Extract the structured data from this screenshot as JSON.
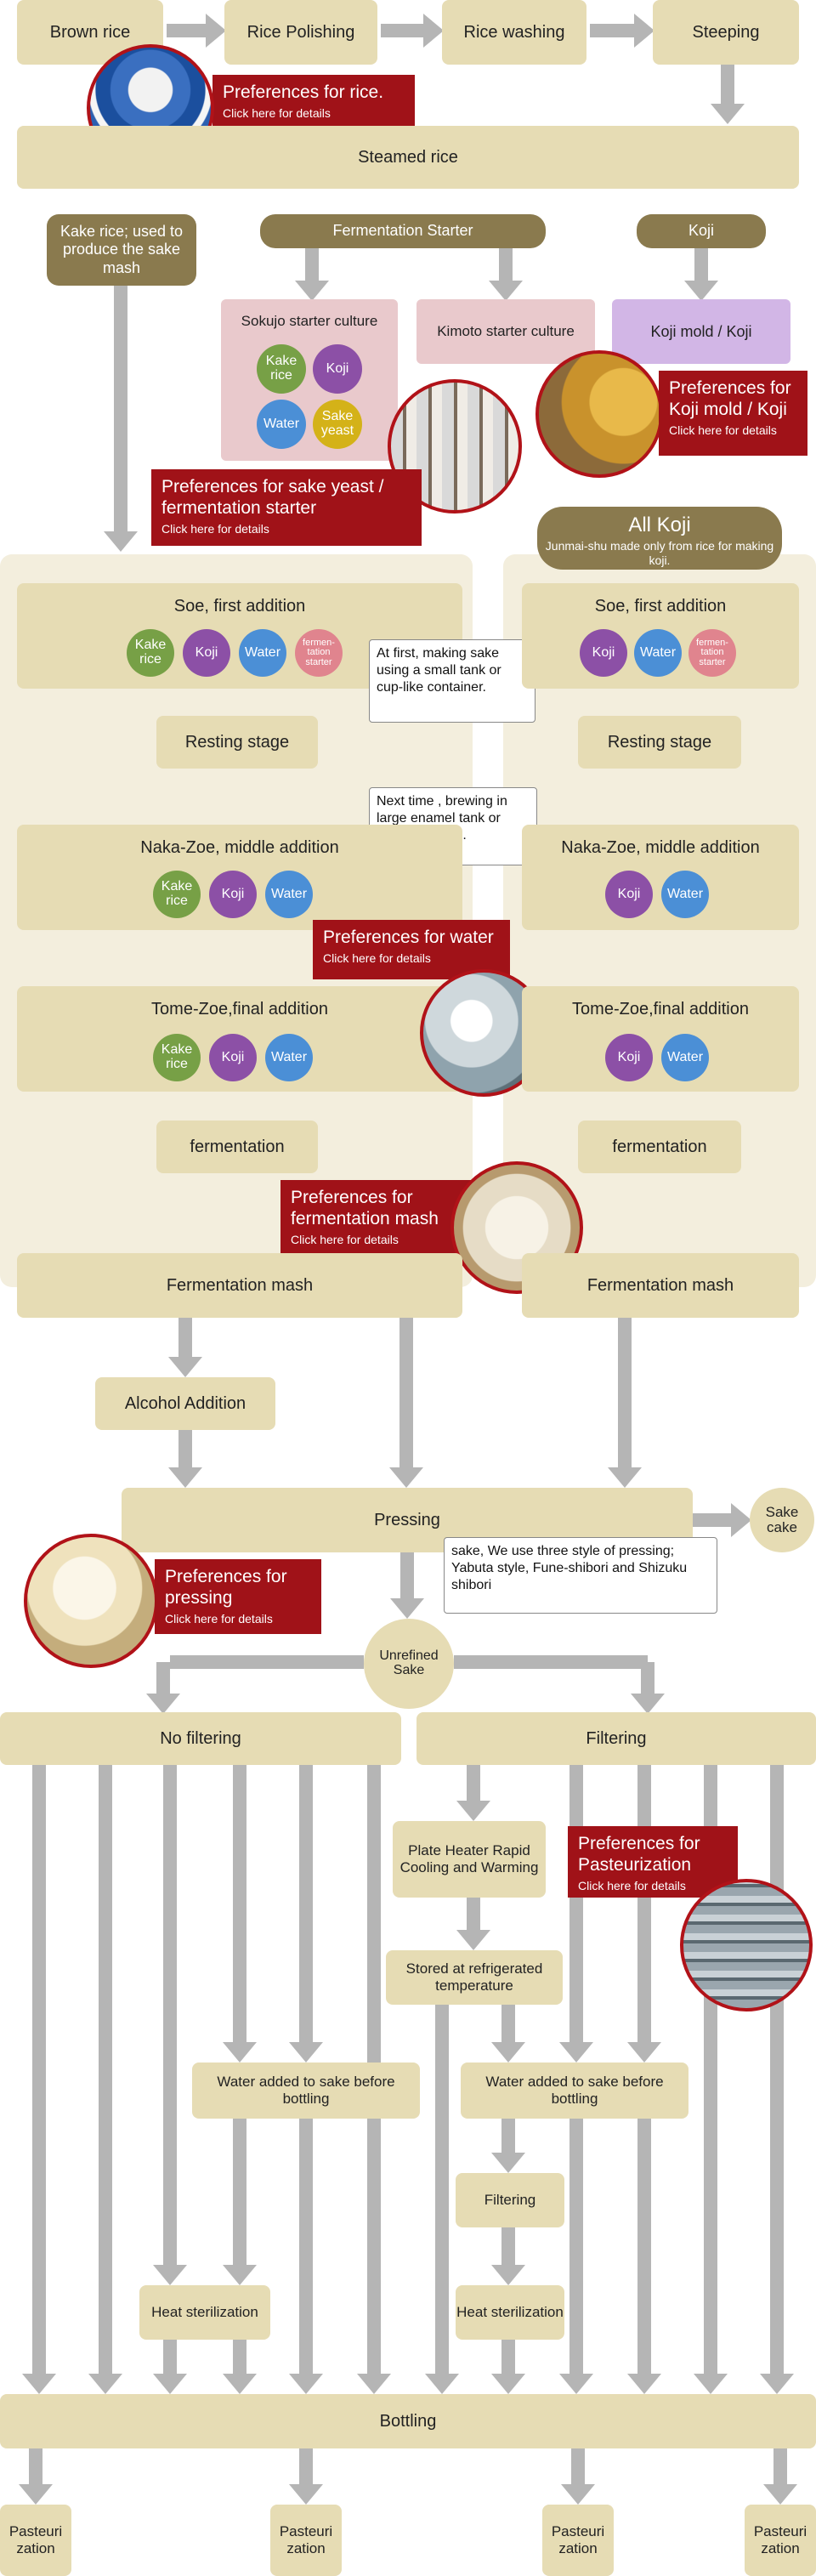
{
  "colors": {
    "box": "#e6dcb4",
    "dark_box": "#8a7a4e",
    "arrow": "#b5b5b5",
    "preference": "#a01218",
    "kake_rice": "#77a046",
    "koji": "#8c50a6",
    "water": "#4b8fd6",
    "fermentation_starter": "#e0848e",
    "sake_yeast": "#d4b218"
  },
  "steps": {
    "brown_rice": "Brown rice",
    "rice_polishing": "Rice Polishing",
    "rice_washing": "Rice washing",
    "steeping": "Steeping",
    "steamed_rice": "Steamed rice",
    "kake_rice_used": "Kake rice; used to produce the sake mash",
    "fermentation_starter": "Fermentation Starter",
    "koji": "Koji",
    "sokujo": "Sokujo starter culture",
    "kimoto": "Kimoto starter culture",
    "koji_mold": "Koji mold / Koji",
    "all_koji_title": "All Koji",
    "all_koji_sub": "Junmai-shu made only from rice for making koji.",
    "soe": "Soe, first addition",
    "resting": "Resting stage",
    "naka_zoe": "Naka-Zoe, middle addition",
    "tome_zoe": "Tome-Zoe,final addition",
    "fermentation": "fermentation",
    "fermentation_mash": "Fermentation mash",
    "alcohol_addition": "Alcohol Addition",
    "pressing": "Pressing",
    "sake_cake": "Sake cake",
    "unrefined_sake": "Unrefined Sake",
    "no_filtering": "No filtering",
    "filtering_branch": "Filtering",
    "plate_heater": "Plate Heater Rapid Cooling and Warming",
    "stored": "Stored at refrigerated temperature",
    "water_added": "Water added to sake before bottling",
    "filtering": "Filtering",
    "heat_sterilization": "Heat sterilization",
    "bottling": "Bottling",
    "pasteurization": "Pasteuri zation"
  },
  "ingredients": {
    "kake_rice": "Kake rice",
    "koji": "Koji",
    "water": "Water",
    "sake_yeast": "Sake yeast",
    "fermentation_starter": "fermen-tation starter"
  },
  "notes": {
    "small_tank": "At first, making  sake using  a small tank or cup-like container.",
    "large_tank": "Next time , brewing in large enamel tank or wooden barrel.",
    "pressing_styles": "sake, We use three style of pressing; Yabuta style, Fune-shibori and Shizuku shibori"
  },
  "preferences": {
    "details": "Click here for details",
    "rice": "Preferences for rice.",
    "koji": "Preferences for Koji mold / Koji",
    "yeast": "Preferences for sake yeast / fermentation starter",
    "water": "Preferences for water",
    "mash": "Preferences for fermentation mash",
    "pressing": "Preferences for pressing",
    "pasteurization": "Preferences for Pasteurization"
  }
}
